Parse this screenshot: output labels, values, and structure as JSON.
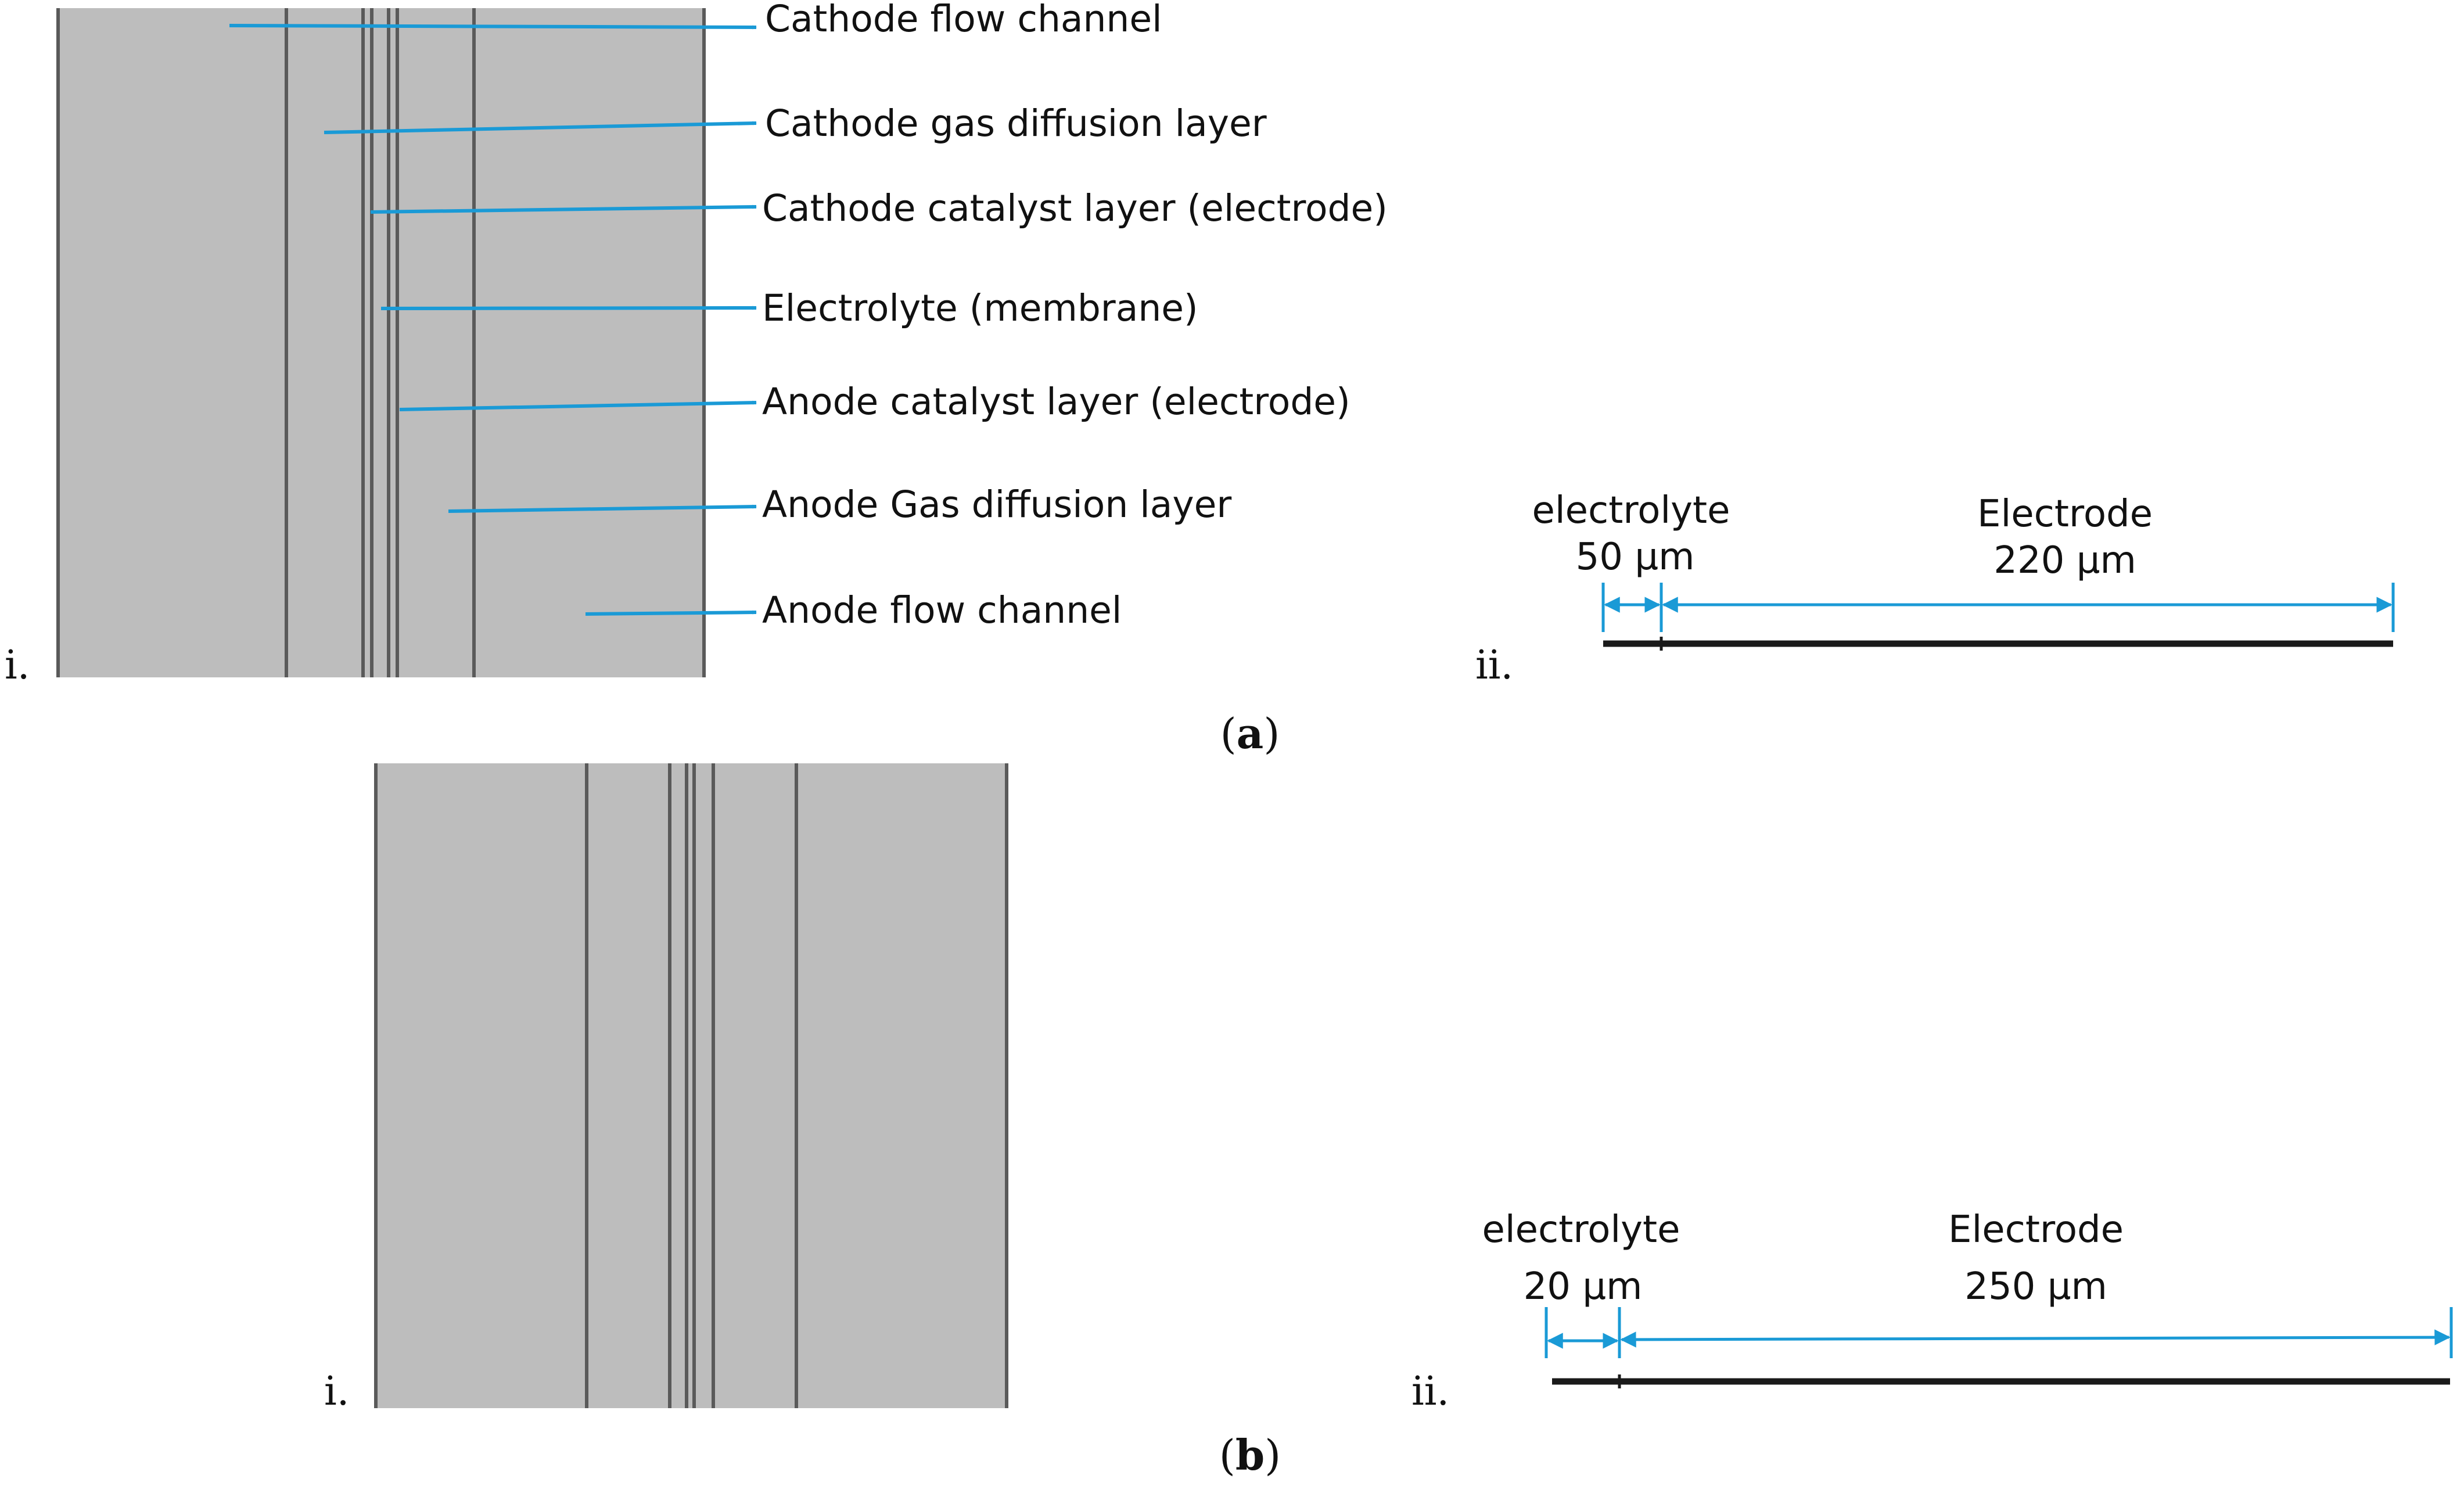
{
  "colors": {
    "layer_fill": "#bdbdbd",
    "layer_line": "#5a5a5a",
    "arrow": "#1a9ad6",
    "scale_bar": "#1a1a1a"
  },
  "panel_a": {
    "caption_open": "(",
    "caption_letter": "a",
    "caption_close": ")",
    "part_i_label": "i.",
    "part_ii_label": "ii.",
    "layer_labels": [
      "Cathode flow channel",
      "Cathode gas diffusion layer",
      "Cathode catalyst layer (electrode)",
      "Electrolyte (membrane)",
      "Anode catalyst layer (electrode)",
      "Anode Gas diffusion layer",
      "Anode flow channel"
    ],
    "electrolyte_label": "electrolyte",
    "electrolyte_value": "50 µm",
    "electrode_label": "Electrode",
    "electrode_value": "220 µm"
  },
  "panel_b": {
    "caption_open": "(",
    "caption_letter": "b",
    "caption_close": ")",
    "part_i_label": "i.",
    "part_ii_label": "ii.",
    "electrolyte_label": "electrolyte",
    "electrolyte_value": "20 µm",
    "electrode_label": "Electrode",
    "electrode_value": "250 µm"
  }
}
